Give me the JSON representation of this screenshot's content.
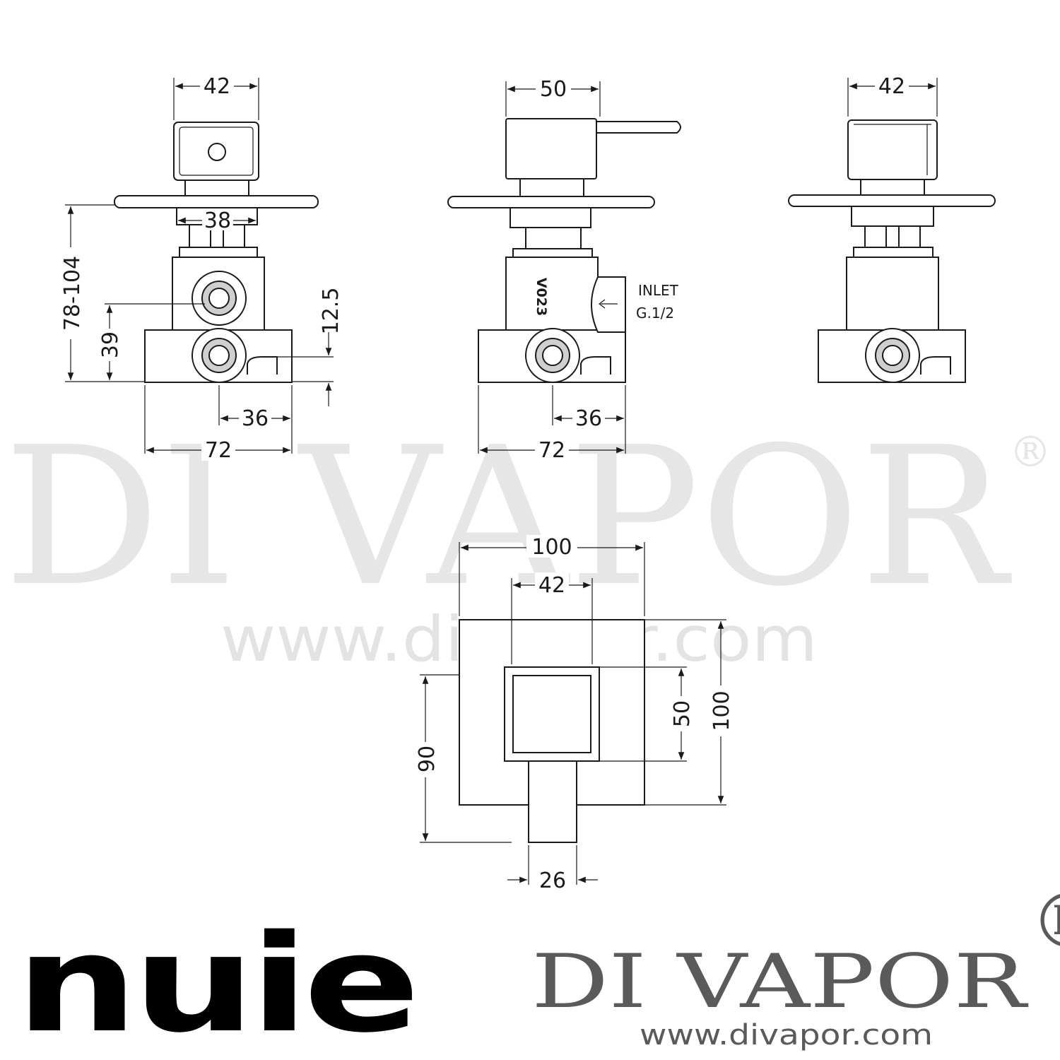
{
  "watermark": {
    "text": "DI VAPOR",
    "registered": "®",
    "url": "www.divapor.com"
  },
  "views": {
    "left": {
      "dims": {
        "top_width": "42",
        "flange_inner": "38",
        "height_range": "78-104",
        "inlet_height": "39",
        "offset": "12.5",
        "half_width": "36",
        "body_width": "72"
      }
    },
    "middle": {
      "dims": {
        "top_width": "50",
        "half_width": "36",
        "body_width": "72"
      },
      "body_stamp": "V023",
      "inlet_label": "INLET",
      "inlet_size": "G.1/2"
    },
    "right": {
      "dims": {
        "top_width": "42"
      }
    },
    "front": {
      "dims": {
        "plate_width": "100",
        "handle_width": "42",
        "handle_height": "50",
        "plate_height": "100",
        "overall_height": "90",
        "lever_width": "26"
      }
    }
  },
  "branding": {
    "left_logo": "nuie",
    "right_logo": "DI VAPOR",
    "right_registered": "®",
    "right_url": "www.divapor.com"
  }
}
